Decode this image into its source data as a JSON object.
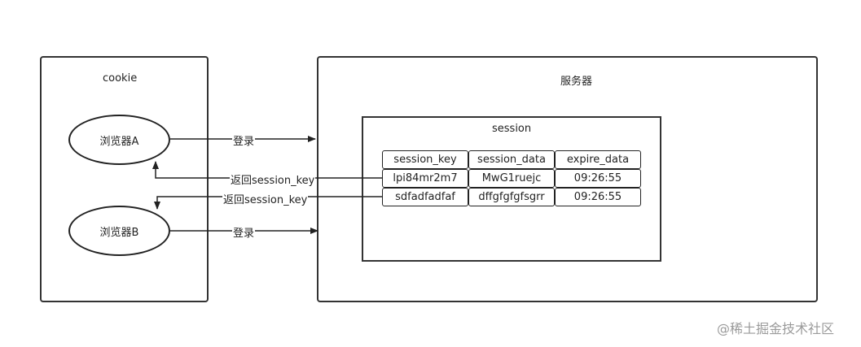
{
  "cookie_box": {
    "title": "cookie"
  },
  "server_box": {
    "title": "服务器"
  },
  "session_box": {
    "title": "session"
  },
  "browsers": [
    {
      "label": "浏览器A"
    },
    {
      "label": "浏览器B"
    }
  ],
  "table": {
    "headers": [
      "session_key",
      "session_data",
      "expire_data"
    ],
    "rows": [
      [
        "lpi84mr2m7",
        "MwG1ruejc",
        "09:26:55"
      ],
      [
        "sdfadfadfaf",
        "dffgfgfgfsgrr",
        "09:26:55"
      ]
    ]
  },
  "edges": {
    "login_a": "登录",
    "return_a": "返回session_key",
    "return_b": "返回session_key",
    "login_b": "登录"
  },
  "watermark": "@稀土掘金技术社区"
}
